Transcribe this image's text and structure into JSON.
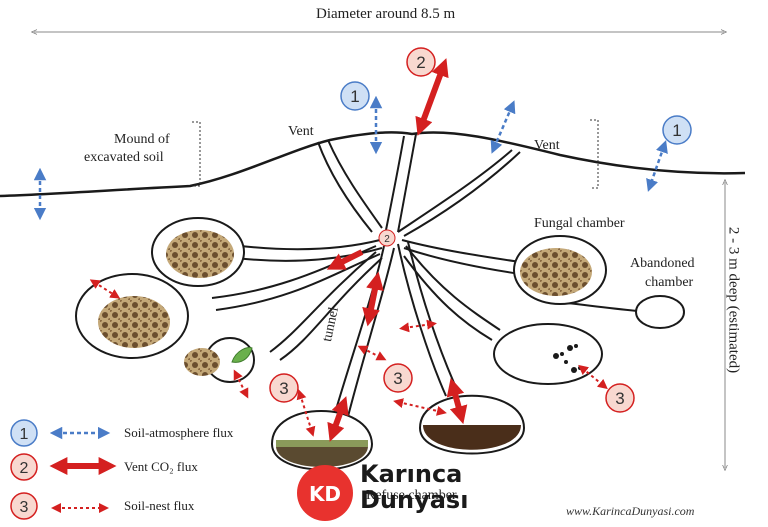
{
  "labels": {
    "diameter": "Diameter around 8.5 m",
    "depth": "2 - 3 m deep (estimated)",
    "mound_line1": "Mound of",
    "mound_line2": "excavated soil",
    "vent_left": "Vent",
    "vent_right": "Vent",
    "fungal_chamber": "Fungal chamber",
    "abandoned_line1": "Abandoned",
    "abandoned_line2": "chamber",
    "tunnel": "tunnel",
    "refuse_chamber": "Refuse chamber"
  },
  "markers": {
    "one": "1",
    "two": "2",
    "three": "3"
  },
  "legend": [
    {
      "number": "1",
      "text": "Soil-atmosphere flux",
      "color": "#4a7cc7",
      "fill": "#cfe0f5"
    },
    {
      "number": "2",
      "text": "Vent CO₂ flux",
      "color": "#d42020",
      "fill": "#f8d8d0"
    },
    {
      "number": "3",
      "text": "Soil-nest flux",
      "color": "#d42020",
      "fill": "#f8d8d0"
    }
  ],
  "watermark": {
    "brand_line1": "Karınca",
    "brand_line2": "Dunyası",
    "logo_text": "KD",
    "website": "www.KarincaDunyasi.com"
  },
  "colors": {
    "soil_atmosphere": "#4a7cc7",
    "vent_co2": "#d42020",
    "soil_nest": "#d42020",
    "fungus": "#b0946a",
    "refuse": "#5a3a22"
  }
}
